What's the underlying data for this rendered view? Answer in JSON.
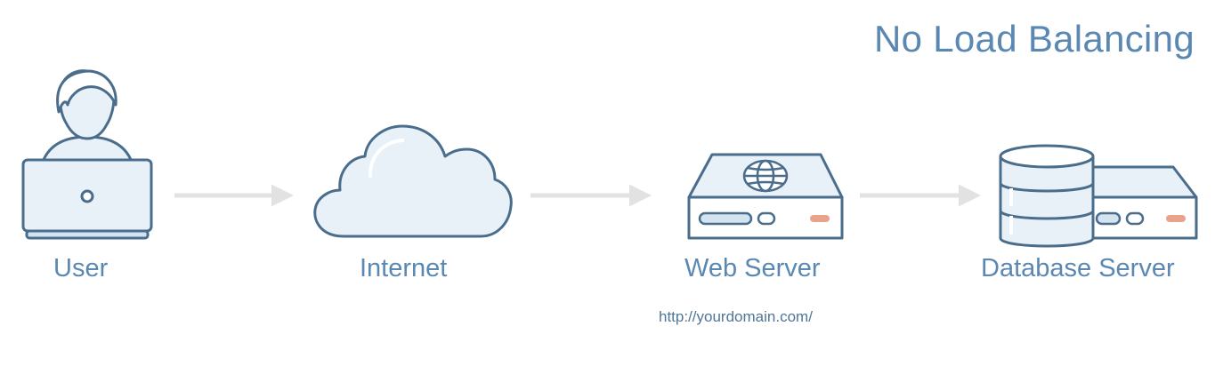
{
  "title": "No Load Balancing",
  "nodes": {
    "user": {
      "label": "User"
    },
    "internet": {
      "label": "Internet"
    },
    "web_server": {
      "label": "Web Server",
      "url": "http://yourdomain.com/"
    },
    "database_server": {
      "label": "Database Server"
    }
  },
  "colors": {
    "stroke": "#4a6d8c",
    "fill_light": "#e8f1f8",
    "fill_mid": "#d3e3f0",
    "text": "#5a88b3",
    "arrow": "#e2e2e2",
    "indicator": "#e8a48a"
  }
}
